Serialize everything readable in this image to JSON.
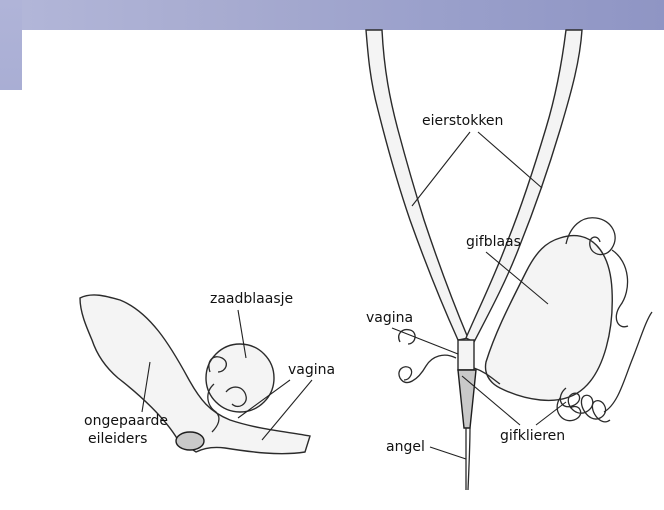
{
  "labels": {
    "eierstokken": "eierstokken",
    "gifblaas": "gifblaas",
    "vagina_right": "vagina",
    "angel": "angel",
    "gifklieren": "gifklieren",
    "zaadblaasje": "zaadblaasje",
    "vagina_left": "vagina",
    "ongepaarde": "ongepaarde",
    "eileiders": "eileiders"
  },
  "colors": {
    "slide_band": "#a3a8d0",
    "ink": "#222222",
    "organ_fill": "#f2f2f2"
  }
}
